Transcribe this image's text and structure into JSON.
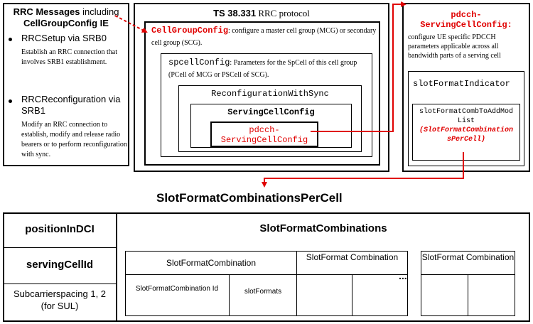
{
  "left_panel": {
    "title_bold": "RRC Messages",
    "title_normal": " including",
    "title_line2": "CellGroupConfig IE",
    "items": [
      {
        "title": "RRCSetup via SRB0",
        "desc": "Establish an RRC connection that involves SRB1 establishment."
      },
      {
        "title": "RRCReconfiguration via SRB1",
        "desc": "Modify an RRC connection to establish, modify and release radio bearers or to perform reconfiguration with sync."
      }
    ]
  },
  "rrc_panel": {
    "title_bold": "TS 38.331",
    "title_normal": " RRC protocol",
    "cellgroup": {
      "name": "CellGroupConfig",
      "desc": ": configure a master cell group (MCG) or secondary cell group (SCG)."
    },
    "spcell": {
      "name": "spcellConfig",
      "desc": ": Parameters for the SpCell of this cell group (PCell of MCG or PSCell of SCG)."
    },
    "recon": "ReconfigurationWithSync",
    "serving": "ServingCellConfig",
    "pdcch_line1": "pdcch-",
    "pdcch_line2": "ServingCellConfig"
  },
  "right_panel": {
    "title_line1": "pdcch-",
    "title_line2": "ServingCellConfig:",
    "desc": "configure UE specific PDCCH parameters applicable across all bandwidth parts of a serving cell",
    "sfi": "slotFormatIndicator",
    "sfc_line1": "slotFormatCombToAddMod",
    "sfc_line2": "List",
    "sfc_line3": "(SlotFormatCombination",
    "sfc_line4": "sPerCell)"
  },
  "per_cell_title": "SlotFormatCombinationsPerCell",
  "bottom": {
    "position_in_dci": "positionInDCI",
    "serving_cell_id": "servingCellId",
    "subcarrier": "Subcarrierspacing 1, 2 (for SUL)",
    "combinations_title": "SlotFormatCombinations",
    "combo1_title": "SlotFormatCombination",
    "combo1_id": "SlotFormatCombination Id",
    "combo1_formats": "slotFormats",
    "combo2_title": "SlotFormat Combination",
    "ellipsis": "...",
    "combo3_title": "SlotFormat Combination"
  },
  "colors": {
    "accent": "#e00000",
    "border": "#000000"
  }
}
